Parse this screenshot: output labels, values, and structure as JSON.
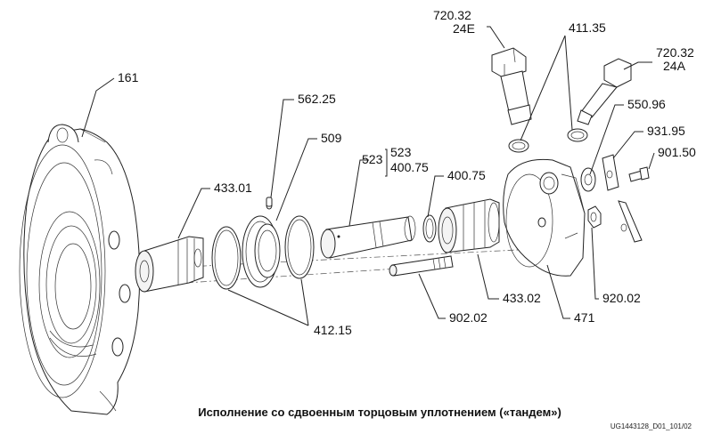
{
  "labels": {
    "p161": "161",
    "p562_25": "562.25",
    "p509": "509",
    "p433_01": "433.01",
    "p523": "523",
    "p523_group_a": "523",
    "p523_group_b": "400.75",
    "p400_75": "400.75",
    "p720_32_24e_a": "720.32",
    "p720_32_24e_b": "24E",
    "p411_35": "411.35",
    "p720_32_24a_a": "720.32",
    "p720_32_24a_b": "24A",
    "p550_96": "550.96",
    "p931_95": "931.95",
    "p901_50": "901.50",
    "p433_02": "433.02",
    "p920_02": "920.02",
    "p471": "471",
    "p902_02": "902.02",
    "p412_15": "412.15"
  },
  "caption": "Исполнение со сдвоенным торцовым уплотнением («тандем»)",
  "drawing_code": "UG1443128_D01_101/02"
}
